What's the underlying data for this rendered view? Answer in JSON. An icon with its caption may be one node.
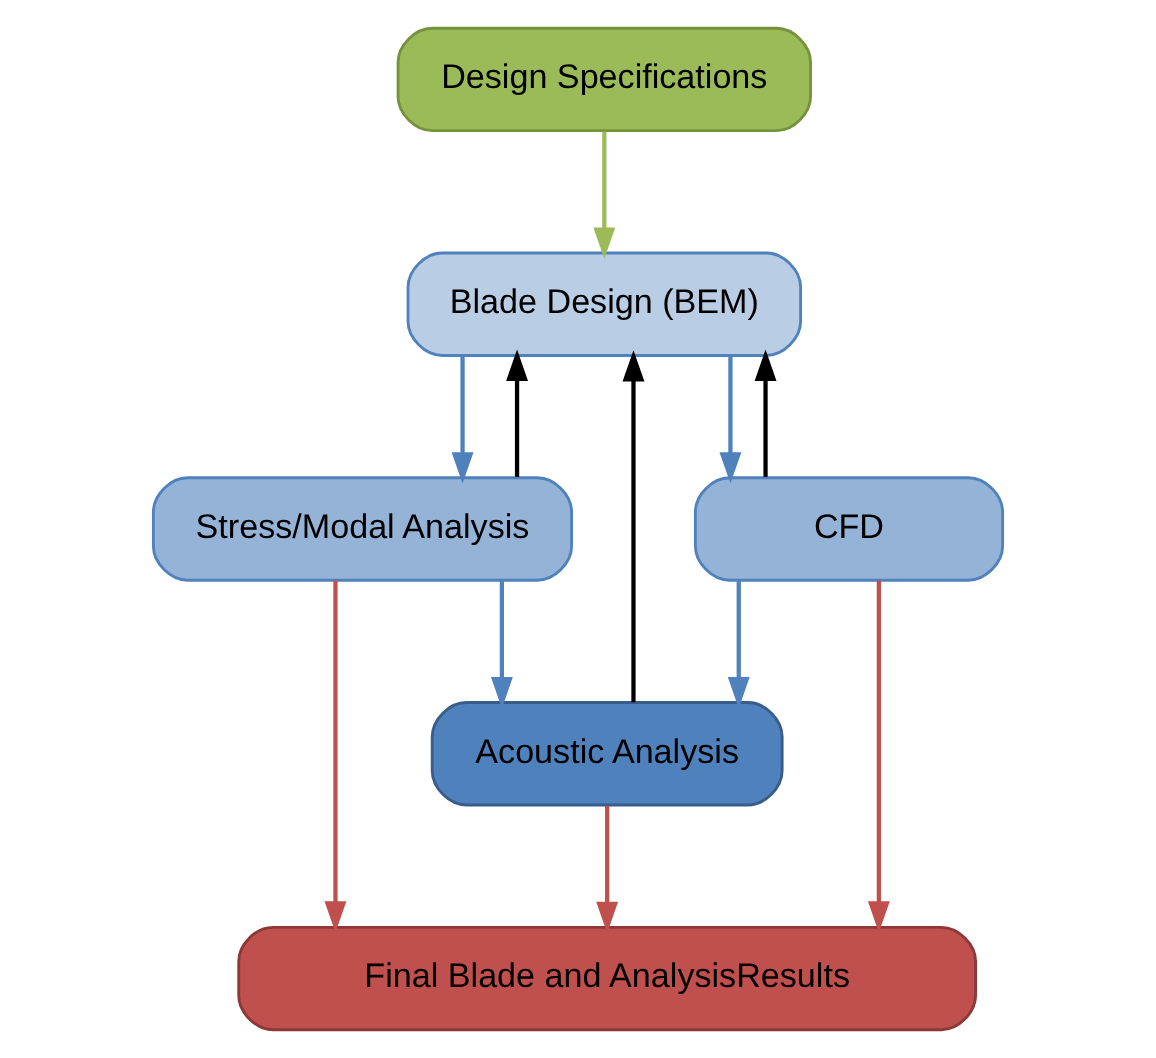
{
  "diagram": {
    "nodes": [
      {
        "text": [
          "Design Specifications"
        ]
      },
      {
        "text": [
          "Blade Design (BEM)"
        ]
      },
      {
        "text": [
          "Stress/Modal Analysis"
        ]
      },
      {
        "text": [
          "CFD"
        ]
      },
      {
        "text": [
          "Acoustic Analysis"
        ]
      },
      {
        "text": [
          "Final Blade and AnalysisResults"
        ]
      }
    ],
    "edges": [
      {
        "from": 0,
        "to": 1,
        "arrow": "to",
        "color": "#9bbb59"
      },
      {
        "from": 1,
        "to": 2,
        "arrow": "to"
      },
      {
        "from": 1,
        "to": 3,
        "arrow": "to"
      },
      {
        "from": 2,
        "to": 4,
        "arrow": "to"
      },
      {
        "from": 3,
        "to": 4,
        "arrow": "to"
      },
      {
        "from": 2,
        "to": 5,
        "arrow": "to",
        "color": "#c0504d"
      },
      {
        "from": 4,
        "to": 5,
        "arrow": "to",
        "color": "#c0504d"
      },
      {
        "from": 3,
        "to": 5,
        "arrow": "to",
        "color": "#c0504d"
      },
      {
        "from": 2,
        "to": 1,
        "arrow": "to",
        "color": "#000000"
      },
      {
        "from": 3,
        "to": 1,
        "arrow": "to",
        "color": "#000000"
      },
      {
        "from": 4,
        "to": 1,
        "arrow": "to",
        "color": "#000000"
      }
    ]
  }
}
